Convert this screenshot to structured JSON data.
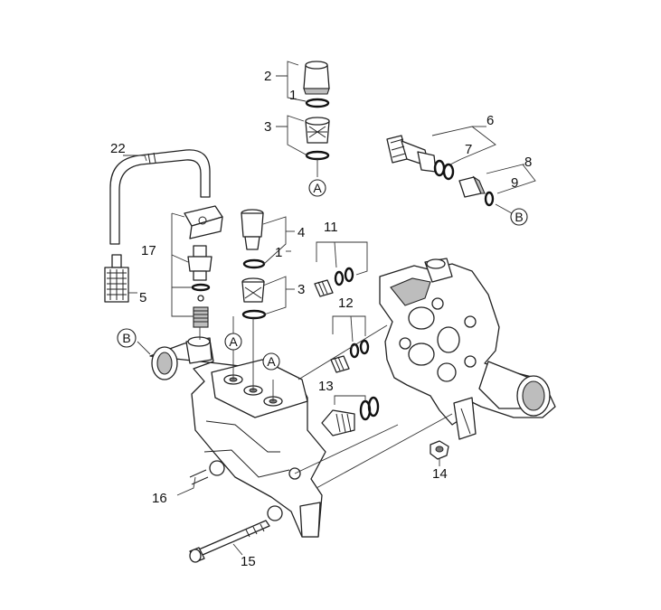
{
  "callouts": {
    "c1a": "1",
    "c1b": "1",
    "c2": "2",
    "c3a": "3",
    "c3b": "3",
    "c4": "4",
    "c5": "5",
    "c6": "6",
    "c7": "7",
    "c8": "8",
    "c9": "9",
    "c11": "11",
    "c12": "12",
    "c13": "13",
    "c14": "14",
    "c15": "15",
    "c16": "16",
    "c17": "17",
    "c22": "22"
  },
  "connectors": {
    "a_top": "A",
    "a_left": "A",
    "a_right": "A",
    "b_right": "B",
    "b_left": "B"
  },
  "colors": {
    "line": "#222222",
    "shade": "#bdbdbd",
    "background": "#ffffff"
  }
}
